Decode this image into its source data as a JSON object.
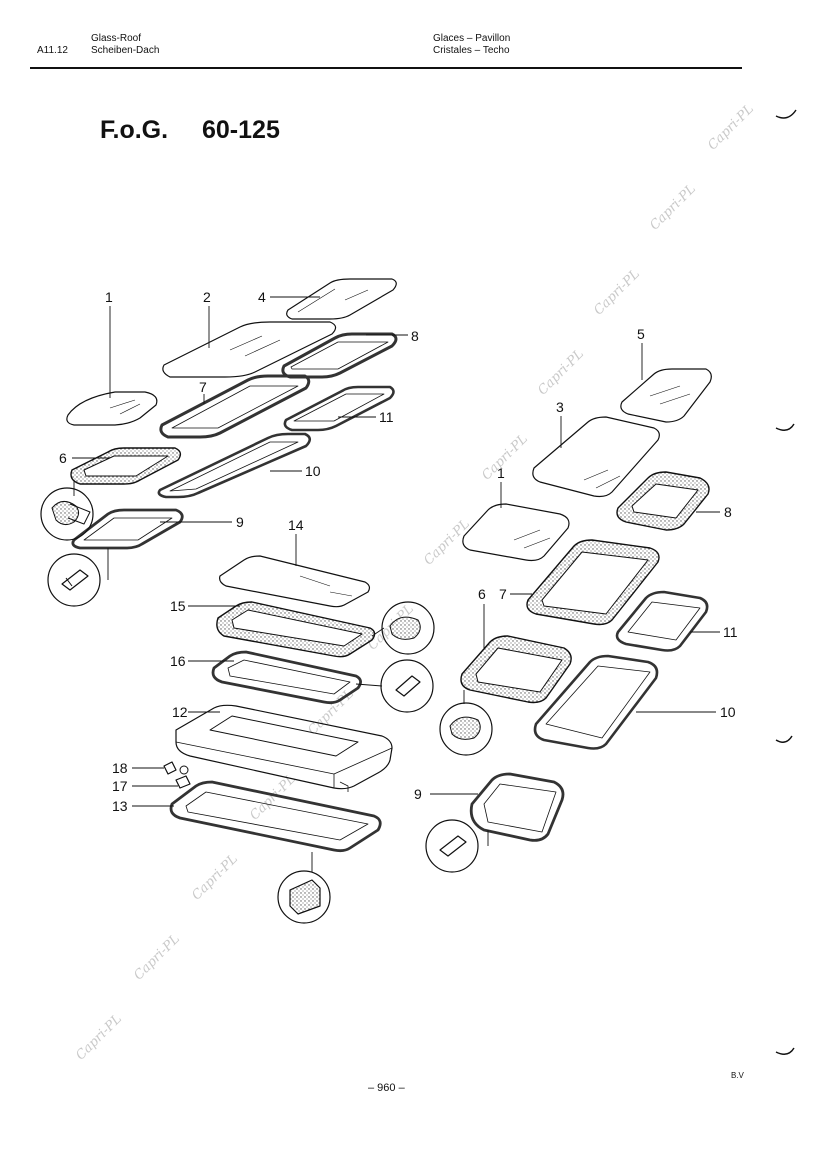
{
  "header": {
    "section_code": "A11.12",
    "title_en": "Glass-Roof",
    "title_de": "Scheiben-Dach",
    "title_fr": "Glaces – Pavillon",
    "title_es": "Cristales – Techo"
  },
  "figure": {
    "prefix": "F.o.G.",
    "model_range": "60-125"
  },
  "callouts": {
    "left_1": "1",
    "left_2": "2",
    "left_4": "4",
    "left_8": "8",
    "left_7": "7",
    "left_11": "11",
    "left_6": "6",
    "left_10": "10",
    "left_9": "9",
    "left_14": "14",
    "left_15": "15",
    "left_16": "16",
    "left_12": "12",
    "left_18": "18",
    "left_17": "17",
    "left_13": "13",
    "right_5": "5",
    "right_3": "3",
    "right_8": "8",
    "right_1": "1",
    "right_7": "7",
    "right_6": "6",
    "right_11": "11",
    "right_10": "10",
    "right_9": "9"
  },
  "watermark": "Capri-PL",
  "footer": {
    "page_number": "– 960 –",
    "code": "B.V"
  }
}
